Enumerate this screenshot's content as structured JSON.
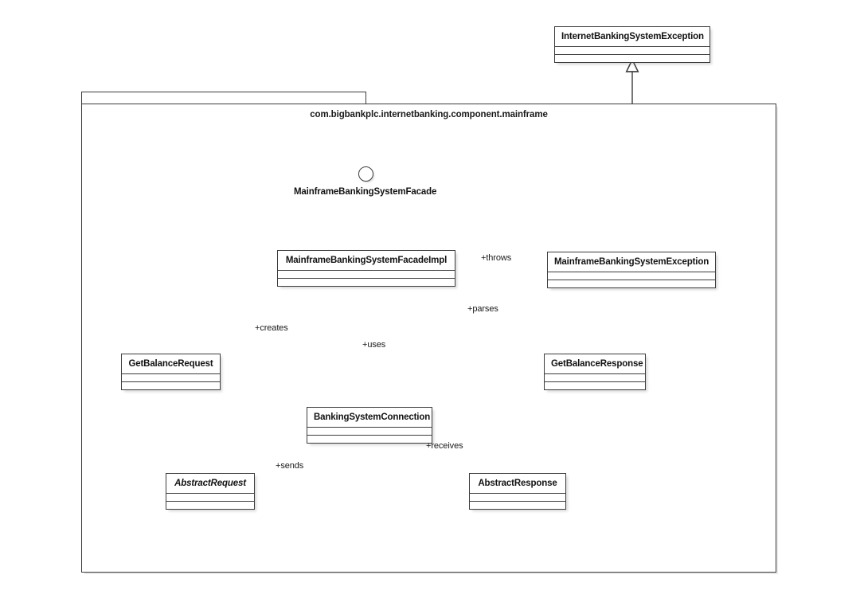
{
  "diagram": {
    "kind": "uml-class-diagram",
    "background_color": "#ffffff",
    "line_color": "#3c3c3c",
    "text_color": "#121212"
  },
  "package": {
    "name": "com.bigbankplc.internetbanking.component.mainframe"
  },
  "interface": {
    "name": "MainframeBankingSystemFacade",
    "notation": "lollipop"
  },
  "classes": [
    {
      "id": "internet-banking-system-exception",
      "name": "InternetBankingSystemException",
      "abstract": false,
      "inside_package": false
    },
    {
      "id": "mainframe-banking-system-facade-impl",
      "name": "MainframeBankingSystemFacadeImpl",
      "abstract": false,
      "inside_package": true
    },
    {
      "id": "mainframe-banking-system-exception",
      "name": "MainframeBankingSystemException",
      "abstract": false,
      "inside_package": true
    },
    {
      "id": "get-balance-request",
      "name": "GetBalanceRequest",
      "abstract": false,
      "inside_package": true
    },
    {
      "id": "get-balance-response",
      "name": "GetBalanceResponse",
      "abstract": false,
      "inside_package": true
    },
    {
      "id": "banking-system-connection",
      "name": "BankingSystemConnection",
      "abstract": false,
      "inside_package": true
    },
    {
      "id": "abstract-request",
      "name": "AbstractRequest",
      "abstract": true,
      "inside_package": true
    },
    {
      "id": "abstract-response",
      "name": "AbstractResponse",
      "abstract": false,
      "inside_package": true
    }
  ],
  "relationships": [
    {
      "id": "throws",
      "label": "+throws",
      "type": "dependency",
      "from": "mainframe-banking-system-facade-impl",
      "to": "mainframe-banking-system-exception"
    },
    {
      "id": "creates",
      "label": "+creates",
      "type": "dependency",
      "from": "mainframe-banking-system-facade-impl",
      "to": "get-balance-request"
    },
    {
      "id": "uses",
      "label": "+uses",
      "type": "dependency",
      "from": "mainframe-banking-system-facade-impl",
      "to": "banking-system-connection"
    },
    {
      "id": "parses",
      "label": "+parses",
      "type": "dependency",
      "from": "mainframe-banking-system-facade-impl",
      "to": "get-balance-response"
    },
    {
      "id": "sends",
      "label": "+sends",
      "type": "dependency",
      "from": "banking-system-connection",
      "to": "abstract-request"
    },
    {
      "id": "receives",
      "label": "+receives",
      "type": "dependency",
      "from": "banking-system-connection",
      "to": "abstract-response"
    },
    {
      "id": "exception-generalization",
      "label": "",
      "type": "generalization",
      "from": "mainframe-banking-system-exception",
      "to": "internet-banking-system-exception"
    },
    {
      "id": "request-generalization",
      "label": "",
      "type": "generalization",
      "from": "get-balance-request",
      "to": "abstract-request"
    },
    {
      "id": "response-generalization",
      "label": "",
      "type": "generalization",
      "from": "get-balance-response",
      "to": "abstract-response"
    },
    {
      "id": "facade-realization",
      "label": "",
      "type": "realization",
      "from": "mainframe-banking-system-facade-impl",
      "to": "interface-lollipop"
    }
  ]
}
